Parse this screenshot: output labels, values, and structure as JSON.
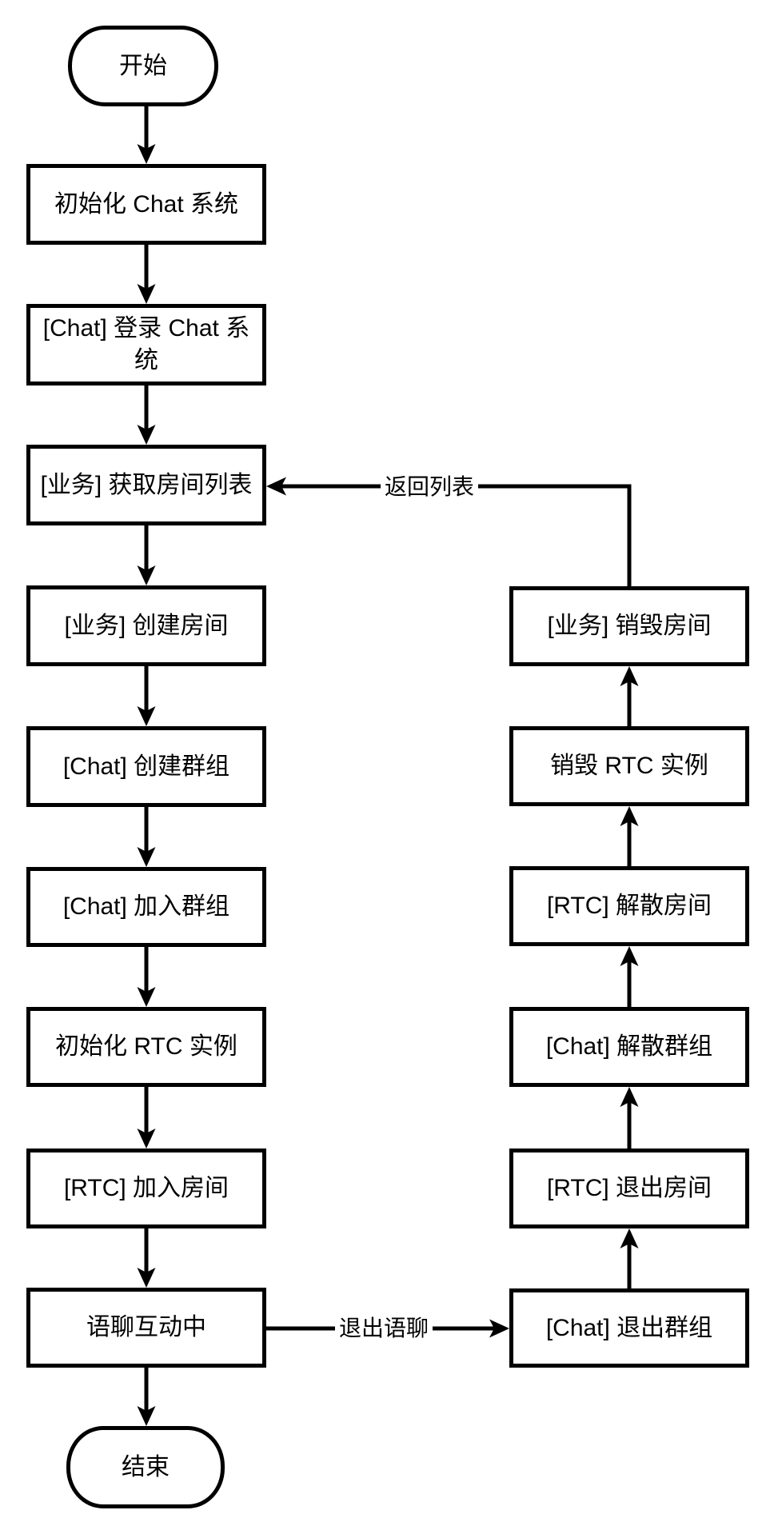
{
  "diagram": {
    "type": "flowchart",
    "colors": {
      "stroke": "#000000",
      "text": "#000000",
      "background": "#ffffff"
    },
    "nodes": {
      "start": {
        "label": "开始",
        "shape": "stadium"
      },
      "init_chat": {
        "label": "初始化 Chat 系统",
        "shape": "rect"
      },
      "login_chat": {
        "label": "[Chat] 登录 Chat 系统",
        "shape": "rect"
      },
      "get_room_list": {
        "label": "[业务] 获取房间列表",
        "shape": "rect"
      },
      "create_room": {
        "label": "[业务] 创建房间",
        "shape": "rect"
      },
      "create_group": {
        "label": "[Chat] 创建群组",
        "shape": "rect"
      },
      "join_group": {
        "label": "[Chat] 加入群组",
        "shape": "rect"
      },
      "init_rtc": {
        "label": "初始化 RTC 实例",
        "shape": "rect"
      },
      "join_room": {
        "label": "[RTC] 加入房间",
        "shape": "rect"
      },
      "voice_chatting": {
        "label": "语聊互动中",
        "shape": "rect"
      },
      "end": {
        "label": "结束",
        "shape": "stadium"
      },
      "exit_group": {
        "label": "[Chat] 退出群组",
        "shape": "rect"
      },
      "exit_room": {
        "label": "[RTC] 退出房间",
        "shape": "rect"
      },
      "dismiss_group": {
        "label": "[Chat] 解散群组",
        "shape": "rect"
      },
      "dismiss_room": {
        "label": "[RTC] 解散房间",
        "shape": "rect"
      },
      "destroy_rtc": {
        "label": "销毁 RTC 实例",
        "shape": "rect"
      },
      "destroy_room": {
        "label": "[业务] 销毁房间",
        "shape": "rect"
      }
    },
    "edge_labels": {
      "return_list": "返回列表",
      "exit_voice_chat": "退出语聊"
    },
    "edges": [
      {
        "from": "start",
        "to": "init_chat"
      },
      {
        "from": "init_chat",
        "to": "login_chat"
      },
      {
        "from": "login_chat",
        "to": "get_room_list"
      },
      {
        "from": "get_room_list",
        "to": "create_room"
      },
      {
        "from": "create_room",
        "to": "create_group"
      },
      {
        "from": "create_group",
        "to": "join_group"
      },
      {
        "from": "join_group",
        "to": "init_rtc"
      },
      {
        "from": "init_rtc",
        "to": "join_room"
      },
      {
        "from": "join_room",
        "to": "voice_chatting"
      },
      {
        "from": "voice_chatting",
        "to": "end"
      },
      {
        "from": "voice_chatting",
        "to": "exit_group",
        "label": "退出语聊"
      },
      {
        "from": "exit_group",
        "to": "exit_room"
      },
      {
        "from": "exit_room",
        "to": "dismiss_group"
      },
      {
        "from": "dismiss_group",
        "to": "dismiss_room"
      },
      {
        "from": "dismiss_room",
        "to": "destroy_rtc"
      },
      {
        "from": "destroy_rtc",
        "to": "destroy_room"
      },
      {
        "from": "destroy_room",
        "to": "get_room_list",
        "label": "返回列表"
      }
    ]
  }
}
